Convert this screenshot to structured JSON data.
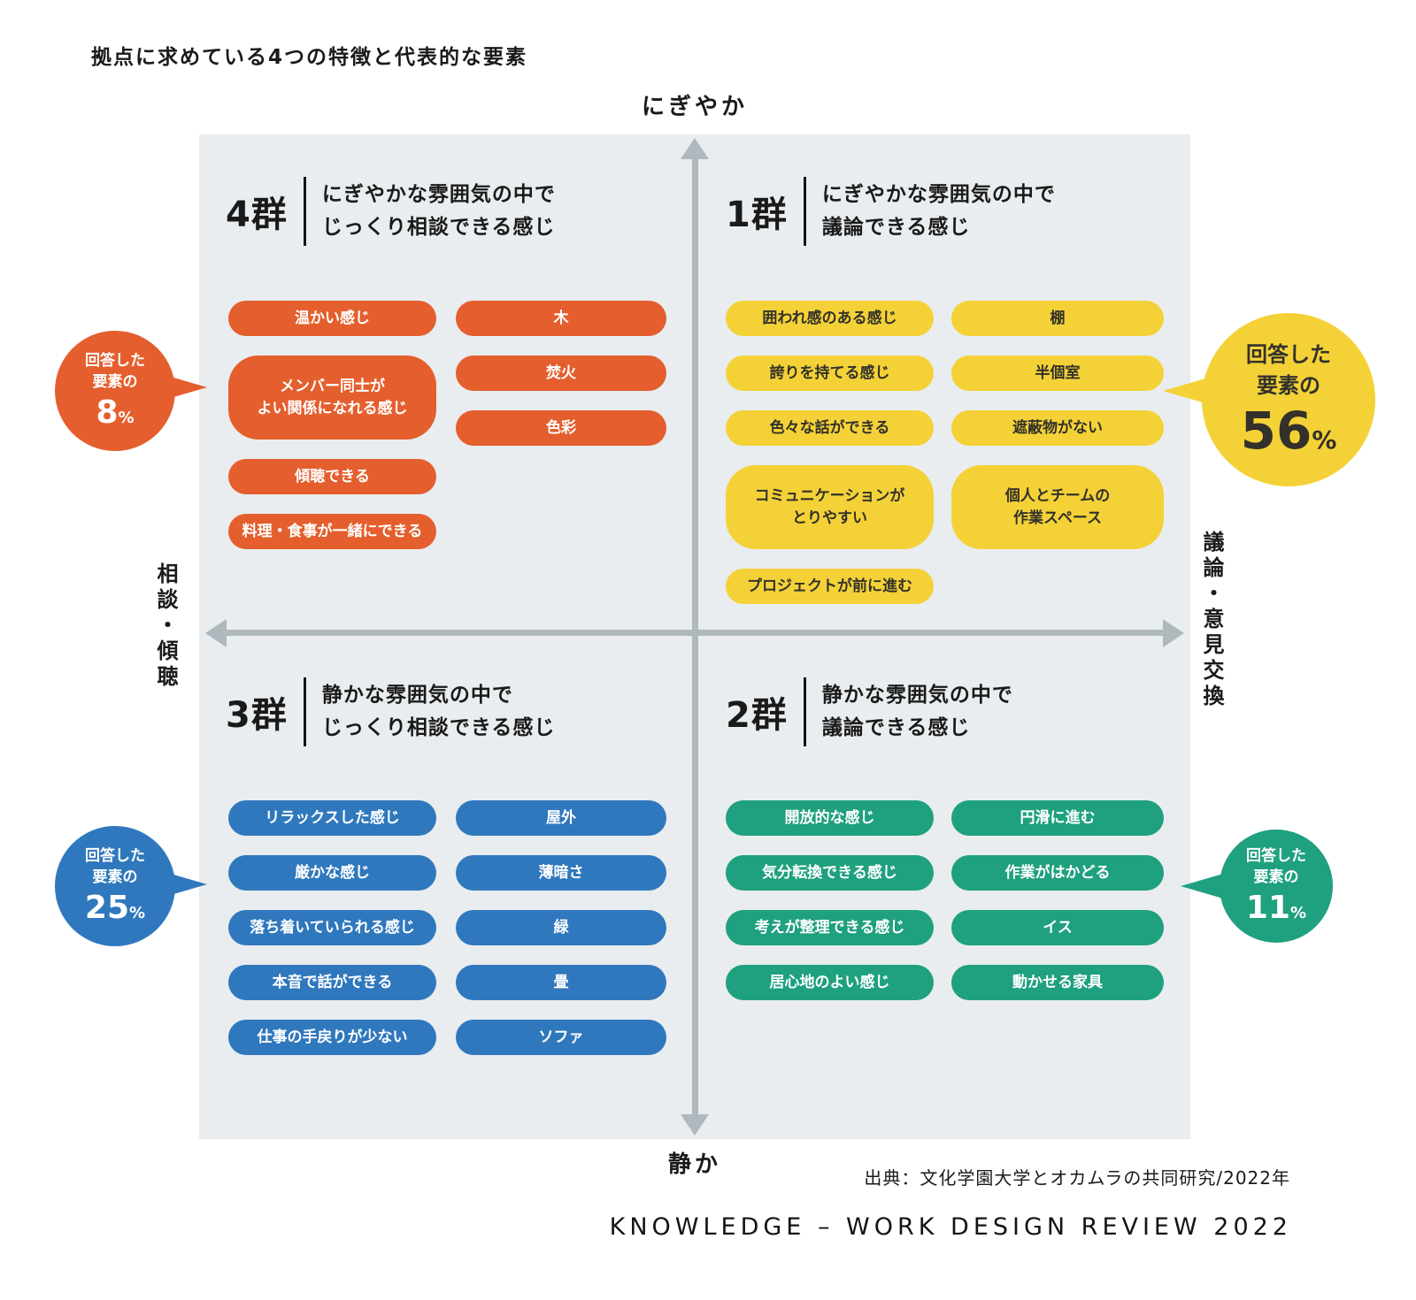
{
  "title": "拠点に求めている4つの特徴と代表的な要素",
  "axis": {
    "top": "にぎやか",
    "bottom": "静か",
    "left": "相談・傾聴",
    "right": "議論・意見交換"
  },
  "colors": {
    "orange": "#E45F2D",
    "yellow": "#F4D237",
    "blue": "#3078BD",
    "teal": "#1FA07F",
    "panel": "#E9EDEF",
    "arrow": "#AFB9BD"
  },
  "groups": {
    "g4": {
      "number": "4群",
      "desc": "にぎやかな雰囲気の中で\nじっくり相談できる感じ",
      "badge": {
        "caption": "回答した\n要素の",
        "value": "8",
        "unit": "%"
      },
      "pills": {
        "left": [
          "温かい感じ",
          "メンバー同士が\nよい関係になれる感じ",
          "傾聴できる",
          "料理・食事が一緒にできる"
        ],
        "right": [
          "木",
          "焚火",
          "色彩"
        ]
      }
    },
    "g1": {
      "number": "1群",
      "desc": "にぎやかな雰囲気の中で\n議論できる感じ",
      "badge": {
        "caption": "回答した\n要素の",
        "value": "56",
        "unit": "%"
      },
      "pills": {
        "left": [
          "囲われ感のある感じ",
          "誇りを持てる感じ",
          "色々な話ができる",
          "コミュニケーションが\nとりやすい",
          "プロジェクトが前に進む"
        ],
        "right": [
          "棚",
          "半個室",
          "遮蔽物がない",
          "個人とチームの\n作業スペース"
        ]
      }
    },
    "g3": {
      "number": "3群",
      "desc": "静かな雰囲気の中で\nじっくり相談できる感じ",
      "badge": {
        "caption": "回答した\n要素の",
        "value": "25",
        "unit": "%"
      },
      "pills": {
        "left": [
          "リラックスした感じ",
          "厳かな感じ",
          "落ち着いていられる感じ",
          "本音で話ができる",
          "仕事の手戻りが少ない"
        ],
        "right": [
          "屋外",
          "薄暗さ",
          "緑",
          "畳",
          "ソファ"
        ]
      }
    },
    "g2": {
      "number": "2群",
      "desc": "静かな雰囲気の中で\n議論できる感じ",
      "badge": {
        "caption": "回答した\n要素の",
        "value": "11",
        "unit": "%"
      },
      "pills": {
        "left": [
          "開放的な感じ",
          "気分転換できる感じ",
          "考えが整理できる感じ",
          "居心地のよい感じ"
        ],
        "right": [
          "円滑に進む",
          "作業がはかどる",
          "イス",
          "動かせる家具"
        ]
      }
    }
  },
  "footer": {
    "source": "出典：文化学園大学とオカムラの共同研究/2022年",
    "logo": "KNOWLEDGE – WORK DESIGN REVIEW 2022"
  }
}
